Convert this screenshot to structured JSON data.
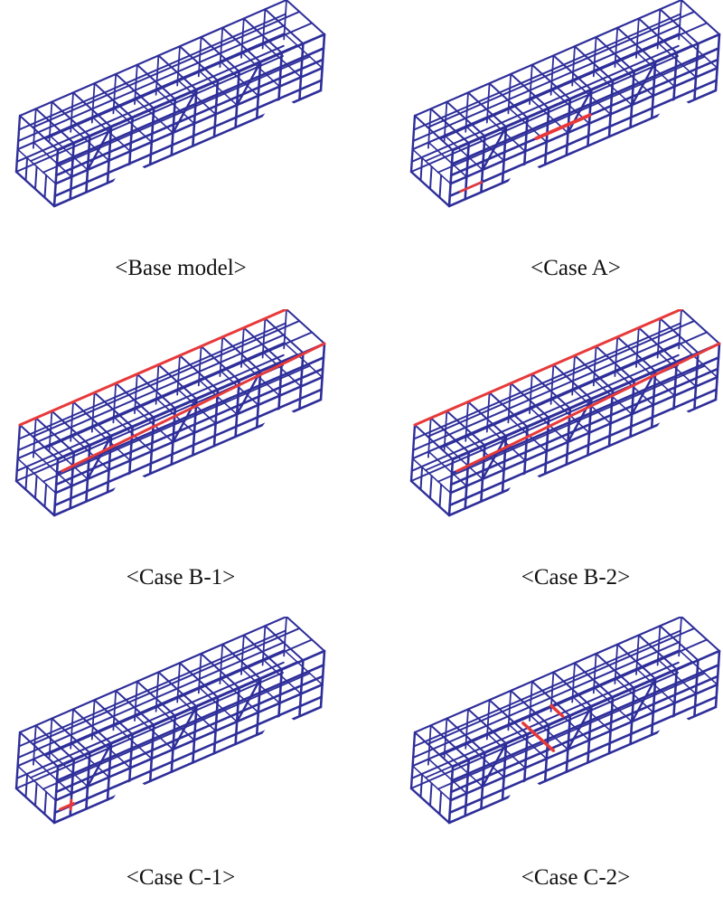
{
  "colors": {
    "frame": "#2e2e9a",
    "highlight": "#e8393a",
    "background": "#ffffff"
  },
  "panels": [
    {
      "caption": "<Base model>",
      "highlight": "none"
    },
    {
      "caption": "<Case A>",
      "highlight": "A"
    },
    {
      "caption": "<Case B-1>",
      "highlight": "B"
    },
    {
      "caption": "<Case B-2>",
      "highlight": "B"
    },
    {
      "caption": "<Case C-1>",
      "highlight": "C1"
    },
    {
      "caption": "<Case C-2>",
      "highlight": "C2"
    }
  ]
}
